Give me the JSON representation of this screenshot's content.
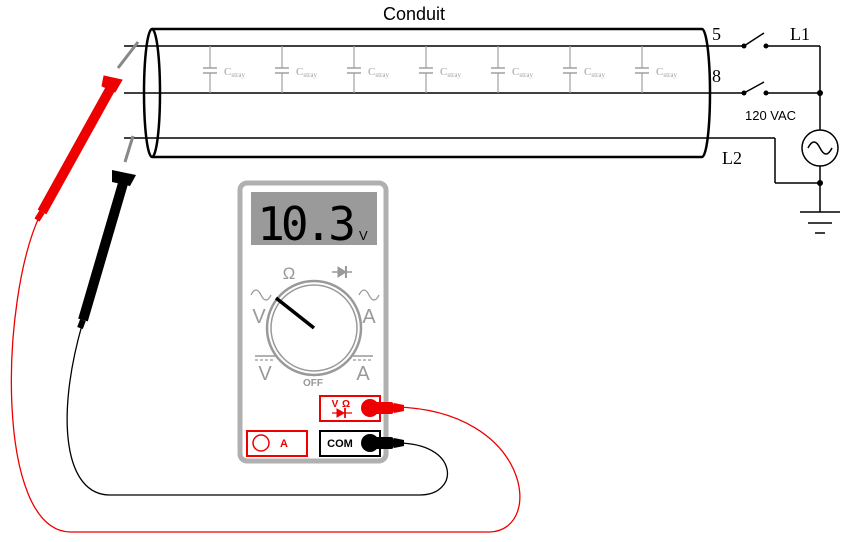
{
  "title": "Conduit",
  "wires": {
    "top_number": "5",
    "mid_number": "8",
    "line1": "L1",
    "line2": "L2",
    "source": "120 VAC"
  },
  "capacitor": {
    "label_main": "C",
    "label_sub": "stray"
  },
  "meter": {
    "reading": "10.3",
    "unit": "V",
    "dial": {
      "ohm": "Ω",
      "ac_v": "V",
      "ac_a": "A",
      "dc_v": "V",
      "dc_a": "A",
      "off": "OFF"
    },
    "jacks": {
      "volt_ohm_v": "V",
      "volt_ohm_o": "Ω",
      "amp": "A",
      "com": "COM"
    }
  },
  "colors": {
    "probe_red": "#ee0000",
    "probe_black": "#000000",
    "meter_case": "#b0b0b0",
    "display": "#9a9a9a",
    "capacitor": "#a0a0a0"
  }
}
